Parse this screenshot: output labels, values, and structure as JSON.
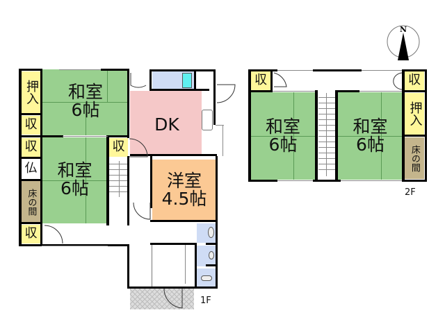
{
  "compass": {
    "label": "N"
  },
  "floors": {
    "first": {
      "tag": "1F",
      "rooms": {
        "washitsu_top": {
          "name": "和室",
          "size": "6帖"
        },
        "washitsu_bottom": {
          "name": "和室",
          "size": "6帖"
        },
        "dk": {
          "name": "DK"
        },
        "yoshitsu": {
          "name": "洋室",
          "size": "4.5帖"
        }
      },
      "storage": {
        "oshiire": "押入",
        "shu_1": "収",
        "shu_2": "収",
        "shu_3": "収",
        "shu_4": "収",
        "butsudan": "仏",
        "tokonoma": "床の間"
      }
    },
    "second": {
      "tag": "2F",
      "rooms": {
        "washitsu_left": {
          "name": "和室",
          "size": "6帖"
        },
        "washitsu_right": {
          "name": "和室",
          "size": "6帖"
        }
      },
      "storage": {
        "shu_left": "収",
        "shu_right": "収",
        "oshiire": "押入",
        "tokonoma": "床の間"
      }
    }
  },
  "colors": {
    "tatami": "#99d08f",
    "storage": "#fff79a",
    "tokonoma": "#c4b58c",
    "dk": "#f5c8c8",
    "western": "#fbc994",
    "wet_area": "#cfdcf5",
    "wall": "#000000"
  }
}
